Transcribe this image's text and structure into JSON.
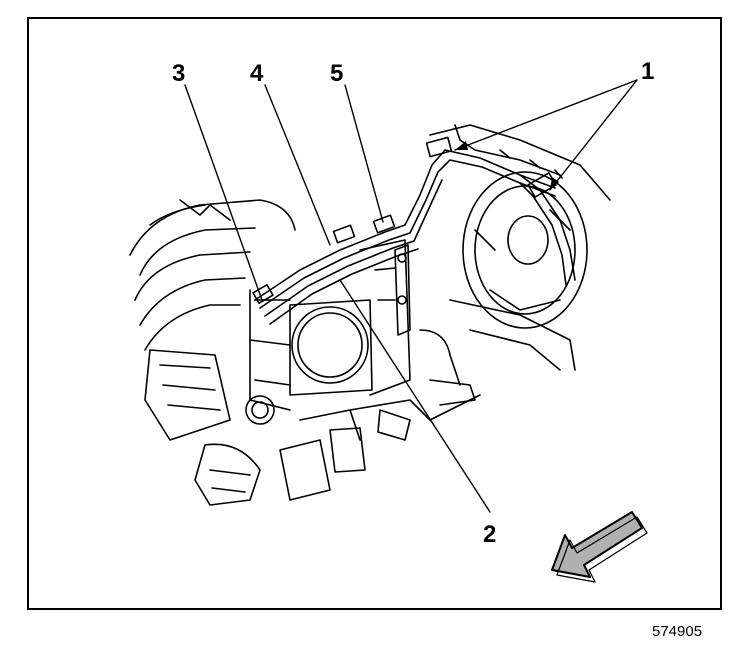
{
  "callouts": [
    {
      "id": "1",
      "label": "1"
    },
    {
      "id": "2",
      "label": "2"
    },
    {
      "id": "3",
      "label": "3"
    },
    {
      "id": "4",
      "label": "4"
    },
    {
      "id": "5",
      "label": "5"
    }
  ],
  "figure_number": "574905",
  "colors": {
    "ink": "#000000",
    "paper": "#ffffff",
    "arrow_fill": "#b0b0b0"
  }
}
